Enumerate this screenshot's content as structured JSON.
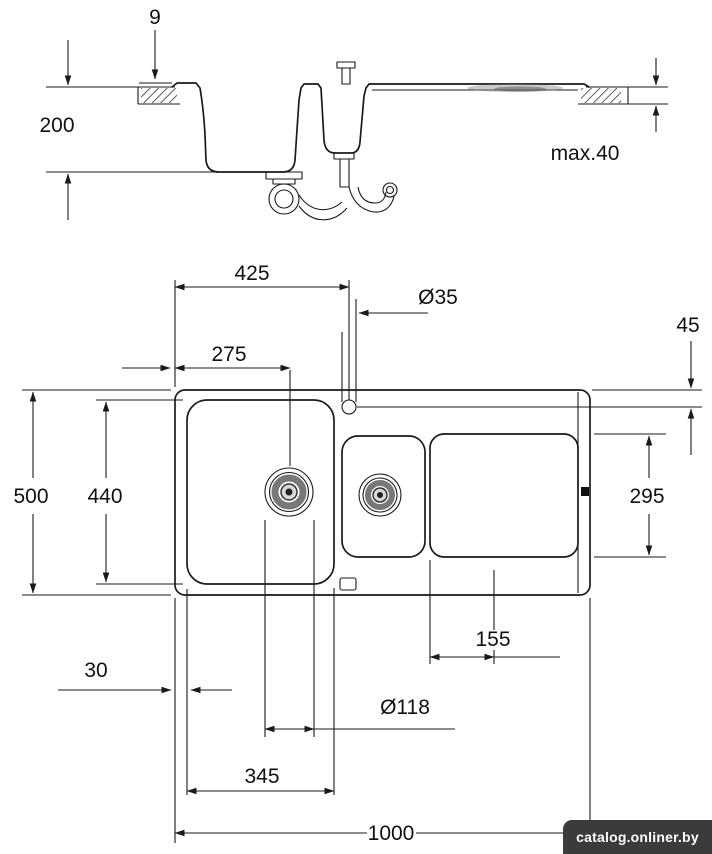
{
  "side_view": {
    "labels": {
      "rim_height": "9",
      "bowl_depth": "200",
      "max_counter_thickness": "max.40"
    }
  },
  "plan_view": {
    "labels": {
      "faucet_from_left": "425",
      "faucet_hole_diameter": "Ø35",
      "faucet_from_top": "45",
      "drain_from_left": "275",
      "overall_depth": "500",
      "main_bowl_depth": "440",
      "drainboard_depth": "295",
      "drainboard_offset": "155",
      "edge_margin": "30",
      "drain_diameter": "Ø118",
      "main_bowl_width": "345",
      "overall_width": "1000"
    }
  },
  "watermark": {
    "text": "catalog.onliner.by"
  },
  "colors": {
    "line": "#1a1a1a",
    "watermark_bg": "#3b3b3b",
    "watermark_fg": "#ffffff",
    "background": "#ffffff"
  }
}
